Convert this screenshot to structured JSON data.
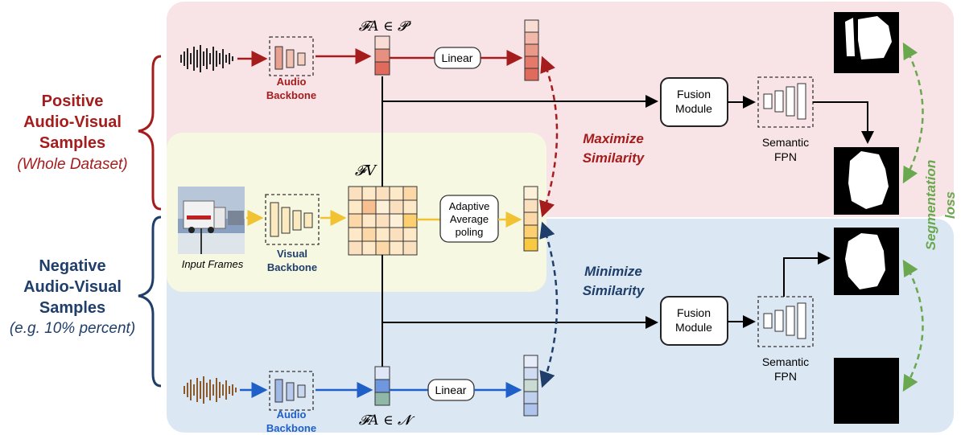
{
  "left_labels": {
    "positive": [
      "Positive",
      "Audio-Visual",
      "Samples"
    ],
    "positive_sub": "(Whole Dataset)",
    "negative": [
      "Negative",
      "Audio-Visual",
      "Samples"
    ],
    "negative_sub": "(e.g. 10% percent)"
  },
  "positive_branch": {
    "audio_backbone": [
      "Audio",
      "Backbone"
    ],
    "feature": "𝓕A ∈ 𝓟",
    "linear": "Linear"
  },
  "visual_branch": {
    "input_caption": "Input Frames",
    "visual_backbone": [
      "Visual",
      "Backbone"
    ],
    "feature": "𝓕V",
    "pooling": [
      "Adaptive",
      "Average",
      "poling"
    ]
  },
  "negative_branch": {
    "audio_backbone": [
      "Audio",
      "Backbone"
    ],
    "feature": "𝓕A ∈ 𝓝",
    "linear": "Linear"
  },
  "fusion": {
    "label": [
      "Fusion",
      "Module"
    ],
    "fpn": [
      "Semantic",
      "FPN"
    ]
  },
  "similarity": {
    "maximize": [
      "Maximize",
      "Similarity"
    ],
    "minimize": [
      "Minimize",
      "Similarity"
    ]
  },
  "segmentation_loss": [
    "Segmentation",
    "loss"
  ],
  "colors": {
    "positive_bg": "#f8e3e6",
    "negative_bg": "#dbe7f3",
    "visual_bg": "#f7f8e2",
    "red": "#a51c1c",
    "blue": "#1f4e8c",
    "green": "#6aa84f",
    "yellow": "#f1c232"
  }
}
